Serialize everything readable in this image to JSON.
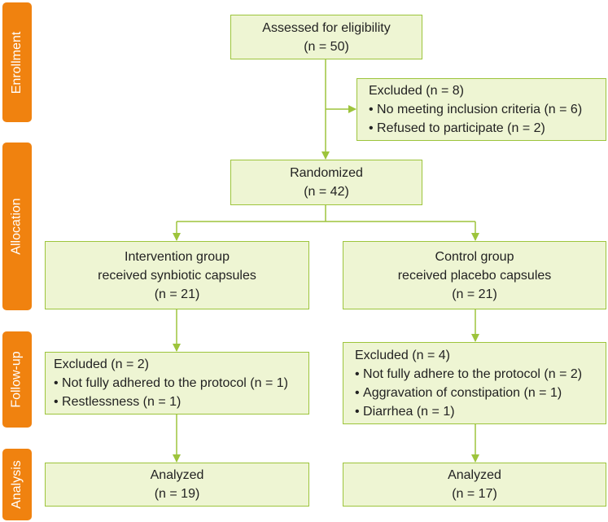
{
  "phases": {
    "enrollment": "Enrollment",
    "allocation": "Allocation",
    "followup": "Follow-up",
    "analysis": "Analysis"
  },
  "assessed": {
    "title": "Assessed for eligibility",
    "count": "(n = 50)"
  },
  "excluded_enrollment": {
    "title": "Excluded (n = 8)",
    "items": [
      "No meeting inclusion criteria (n = 6)",
      "Refused to participate (n = 2)"
    ]
  },
  "randomized": {
    "title": "Randomized",
    "count": "(n = 42)"
  },
  "intervention": {
    "line1": "Intervention group",
    "line2": "received synbiotic capsules",
    "count": "(n = 21)"
  },
  "control": {
    "line1": "Control group",
    "line2": "received placebo capsules",
    "count": "(n = 21)"
  },
  "excluded_intervention": {
    "title": "Excluded (n = 2)",
    "items": [
      "Not fully adhered to the protocol (n = 1)",
      "Restlessness (n = 1)"
    ]
  },
  "excluded_control": {
    "title": "Excluded (n = 4)",
    "items": [
      "Not fully adhere to the protocol (n = 2)",
      "Aggravation of constipation (n = 1)",
      "Diarrhea (n = 1)"
    ]
  },
  "analyzed_intervention": {
    "title": "Analyzed",
    "count": "(n = 19)"
  },
  "analyzed_control": {
    "title": "Analyzed",
    "count": "(n = 17)"
  },
  "colors": {
    "phase_bg": "#f0820f",
    "box_bg": "#eef5d3",
    "box_border": "#9dc43c",
    "connector": "#9dc43c"
  }
}
